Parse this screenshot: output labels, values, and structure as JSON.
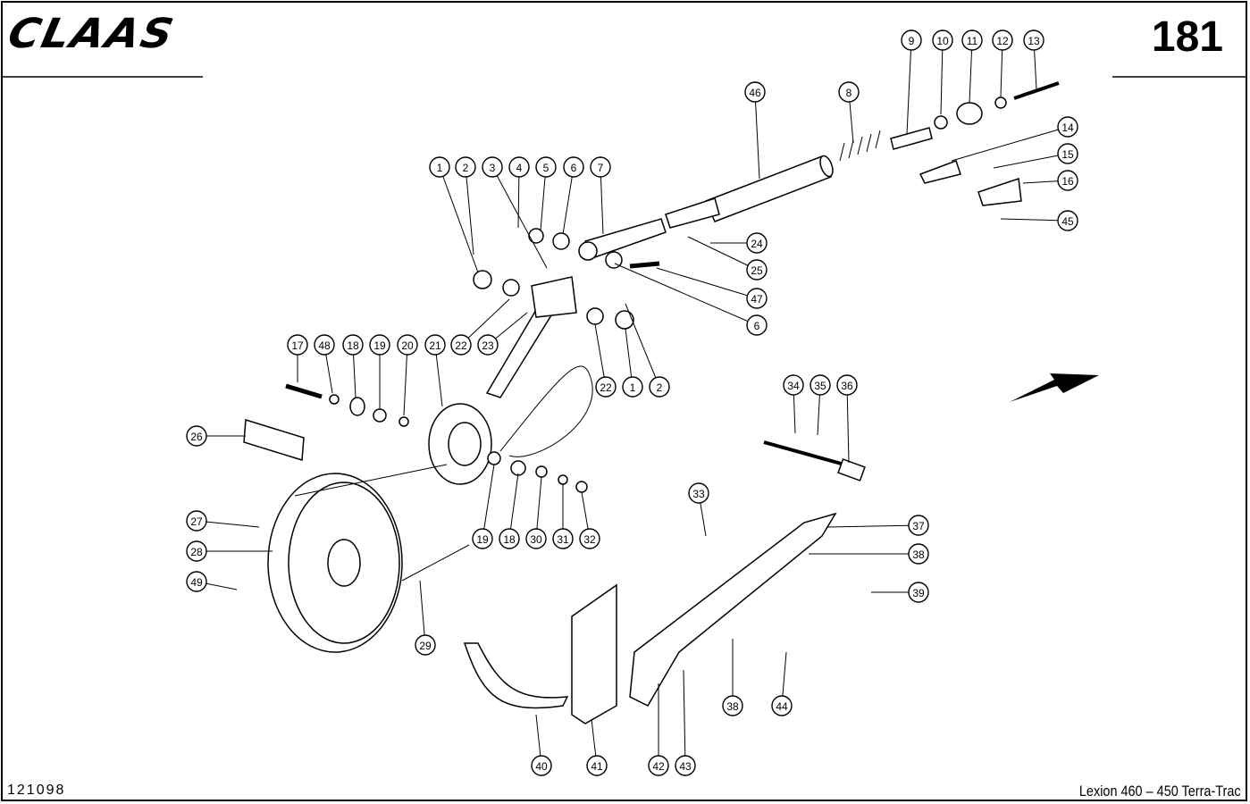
{
  "header": {
    "brand": "CLAAS",
    "page_number": "181"
  },
  "footer": {
    "document_id": "121098",
    "model": "Lexion 460 – 450 Terra-Trac"
  },
  "callouts": [
    "9",
    "10",
    "11",
    "12",
    "13",
    "46",
    "8",
    "1",
    "2",
    "3",
    "4",
    "5",
    "6",
    "7",
    "14",
    "15",
    "16",
    "45",
    "24",
    "25",
    "47",
    "6",
    "17",
    "48",
    "18",
    "19",
    "20",
    "21",
    "22",
    "23",
    "22",
    "1",
    "2",
    "34",
    "35",
    "36",
    "26",
    "33",
    "37",
    "38",
    "39",
    "27",
    "28",
    "49",
    "19",
    "18",
    "30",
    "31",
    "32",
    "29",
    "38",
    "44",
    "40",
    "41",
    "42",
    "43"
  ]
}
